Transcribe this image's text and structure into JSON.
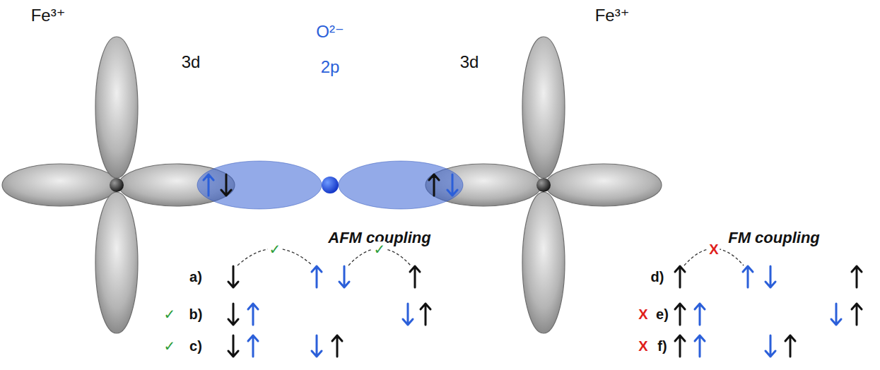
{
  "diagram": {
    "labels": [
      "Fe³⁺",
      "3d",
      "O²⁻",
      "2p",
      "3d",
      "Fe³⁺",
      "AFM coupling",
      "FM coupling",
      "a)",
      "✓",
      "✓",
      "✓",
      "b)",
      "✓",
      "c)",
      "d)",
      "X",
      "X",
      "e)",
      "X",
      "f)"
    ]
  }
}
